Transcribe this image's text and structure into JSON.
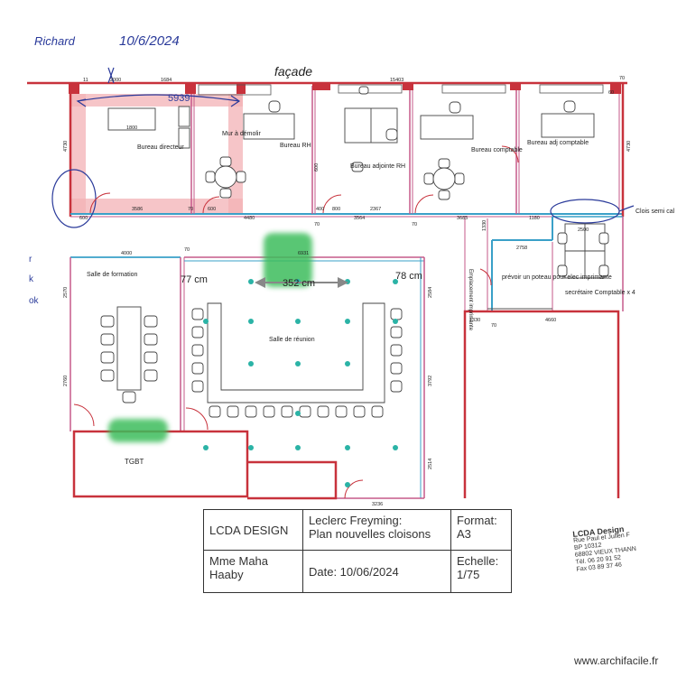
{
  "annotations": {
    "handwritten_name": "Richard",
    "handwritten_date": "10/6/2024",
    "facade": "façade",
    "left_margin_marks": [
      "r",
      "k",
      "ok"
    ],
    "cloison_note": "Clois semi cal"
  },
  "rooms": {
    "directeur": "Bureau directeur",
    "mur": "Mur à démolir",
    "rh": "Bureau RH",
    "adjointe_rh": "Bureau adjointe RH",
    "comptable": "Bureau comptable",
    "adj_comptable": "Bureau adj comptable",
    "formation": "Salle de formation",
    "reunion": "Salle de réunion",
    "tgbt": "TGBT",
    "secretaire": "secrétaire Comptable x 4",
    "emplacement": "Emplacement imprimante",
    "poteau": "prévoir un poteau pour elec imprimante"
  },
  "measures": {
    "top": [
      "11",
      "2000",
      "1684",
      "15403",
      "60",
      "70"
    ],
    "h_5939": "5939",
    "desk_1800": "1800",
    "upper_bottom": [
      "600",
      "3586",
      "600",
      "4480",
      "70",
      "3564",
      "70",
      "3685",
      "1330",
      "1180",
      "2500"
    ],
    "upper_small": [
      "400",
      "800",
      "2367"
    ],
    "left_4730": "4730",
    "right_4730": "4730",
    "v_600": "600",
    "wall_70": "70",
    "w_4000": "4000",
    "w_6931": "6931",
    "w_2758": "2758",
    "w_2570": "2570",
    "w_2760": "2760",
    "w_2584": "2584",
    "w_3792": "3792",
    "w_2514": "2514",
    "w_1330": "1330",
    "w_4660": "4660",
    "w_3236": "3236",
    "w_1330b": "1330"
  },
  "cote": {
    "c77": "77 cm",
    "c352": "352 cm",
    "c78": "78 cm"
  },
  "cartouche": {
    "company": "LCDA DESIGN",
    "project": "Leclerc Freyming:\nPlan nouvelles cloisons",
    "format": "Format:\nA3",
    "client": "Mme Maha\nHaaby",
    "date": "Date: 10/06/2024",
    "echelle": "Echelle:\n1/75"
  },
  "stamp": {
    "title": "LCDA Design",
    "lines": [
      "Rue Paul et Julien F",
      "BP 10312",
      "68802 VIEUX THANN",
      "Tél. 06 20 91 52",
      "Fax 03 89 37 46"
    ]
  },
  "watermark": "www.archifacile.fr",
  "colors": {
    "wall": "#c8323c",
    "thin_wall": "#c55a8a",
    "cyan_wall": "#3aa0c8",
    "highlight": "#f3b2b6",
    "green_marker": "#3dbd5c",
    "ink_blue": "#2a3a9a",
    "light_point": "#2bb3a6"
  }
}
